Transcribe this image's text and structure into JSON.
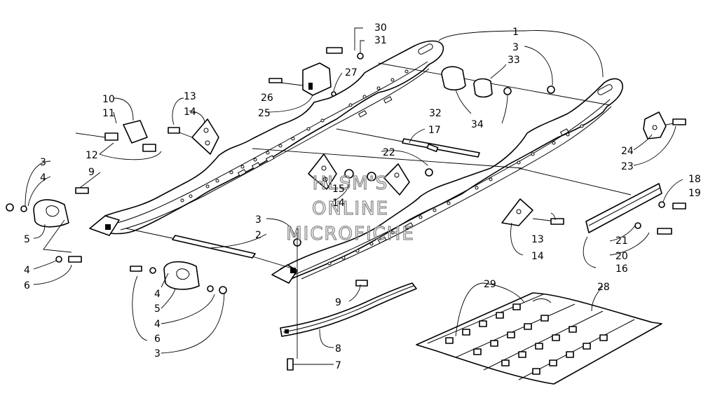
{
  "watermark": [
    "HLSM'S",
    "ONLINE",
    "MICROFICHE"
  ],
  "callouts": [
    "1",
    "2",
    "3",
    "3",
    "3",
    "3",
    "4",
    "4",
    "4",
    "4",
    "5",
    "5",
    "6",
    "6",
    "7",
    "8",
    "9",
    "9",
    "10",
    "11",
    "12",
    "13",
    "13",
    "14",
    "14",
    "14",
    "15",
    "16",
    "17",
    "18",
    "19",
    "20",
    "21",
    "22",
    "23",
    "24",
    "25",
    "26",
    "27",
    "28",
    "29",
    "30",
    "31",
    "32",
    "33",
    "34"
  ]
}
